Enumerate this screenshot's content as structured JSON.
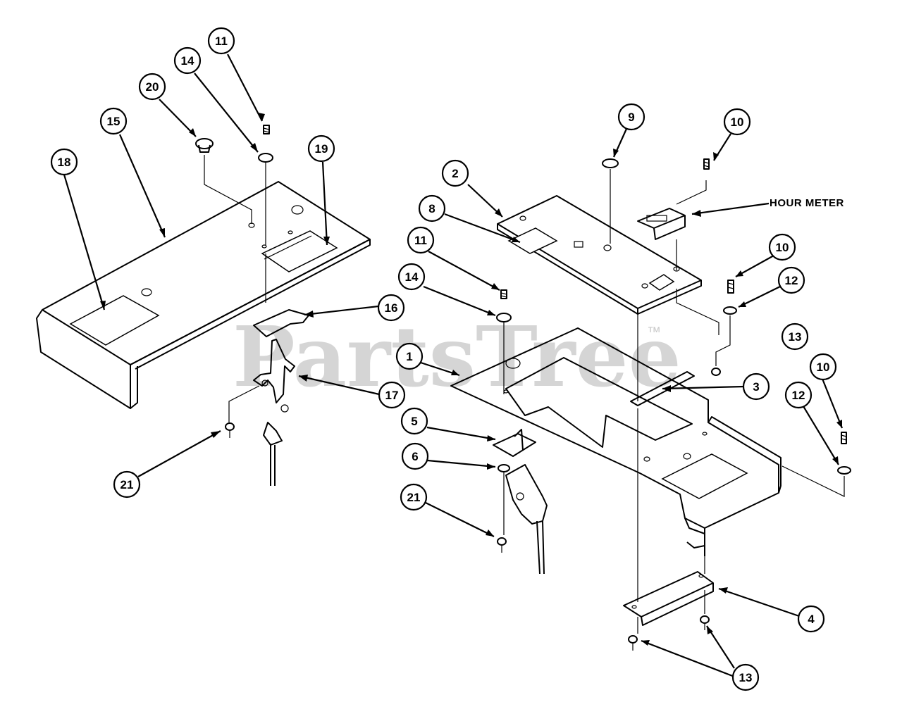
{
  "watermark": {
    "text": "PartsTree",
    "tm": "™"
  },
  "labels": {
    "hour_meter": "HOUR METER"
  },
  "callouts": [
    {
      "id": "c-11-top",
      "num": "11"
    },
    {
      "id": "c-14-top",
      "num": "14"
    },
    {
      "id": "c-20",
      "num": "20"
    },
    {
      "id": "c-15",
      "num": "15"
    },
    {
      "id": "c-19",
      "num": "19"
    },
    {
      "id": "c-18",
      "num": "18"
    },
    {
      "id": "c-16",
      "num": "16"
    },
    {
      "id": "c-17",
      "num": "17"
    },
    {
      "id": "c-21-left",
      "num": "21"
    },
    {
      "id": "c-9",
      "num": "9"
    },
    {
      "id": "c-10-top",
      "num": "10"
    },
    {
      "id": "c-2",
      "num": "2"
    },
    {
      "id": "c-8",
      "num": "8"
    },
    {
      "id": "c-11-mid",
      "num": "11"
    },
    {
      "id": "c-14-mid",
      "num": "14"
    },
    {
      "id": "c-10-mid",
      "num": "10"
    },
    {
      "id": "c-12-mid",
      "num": "12"
    },
    {
      "id": "c-13-free",
      "num": "13"
    },
    {
      "id": "c-1",
      "num": "1"
    },
    {
      "id": "c-3",
      "num": "3"
    },
    {
      "id": "c-10-right",
      "num": "10"
    },
    {
      "id": "c-12-right",
      "num": "12"
    },
    {
      "id": "c-5",
      "num": "5"
    },
    {
      "id": "c-6",
      "num": "6"
    },
    {
      "id": "c-21-right",
      "num": "21"
    },
    {
      "id": "c-4",
      "num": "4"
    },
    {
      "id": "c-13-bottom",
      "num": "13"
    }
  ]
}
